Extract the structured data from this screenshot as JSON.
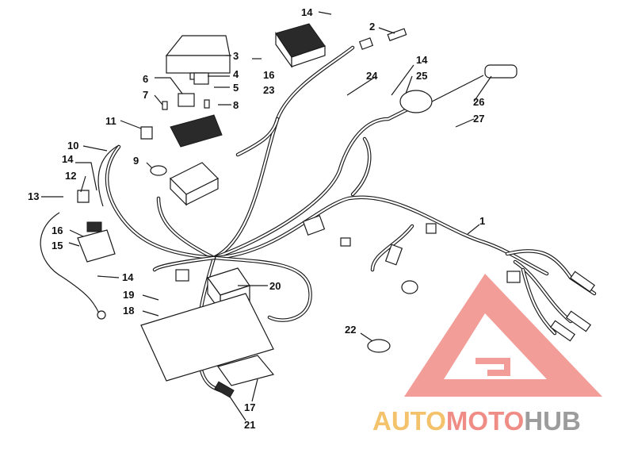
{
  "watermark": {
    "brand_part1": "AUTO",
    "brand_part2": "MOTO",
    "brand_part3": "HUB",
    "color_auto": "#f3c26a",
    "color_moto": "#f08c86",
    "color_hub": "#9c9c9c",
    "logo_color": "#f08c86"
  },
  "callouts": [
    {
      "id": "c14a",
      "text": "14"
    },
    {
      "id": "c2",
      "text": "2"
    },
    {
      "id": "c3",
      "text": "3"
    },
    {
      "id": "c4",
      "text": "4"
    },
    {
      "id": "c5",
      "text": "5"
    },
    {
      "id": "c6",
      "text": "6"
    },
    {
      "id": "c7",
      "text": "7"
    },
    {
      "id": "c8",
      "text": "8"
    },
    {
      "id": "c16a",
      "text": "16"
    },
    {
      "id": "c23",
      "text": "23"
    },
    {
      "id": "c24",
      "text": "24"
    },
    {
      "id": "c14b",
      "text": "14"
    },
    {
      "id": "c25",
      "text": "25"
    },
    {
      "id": "c26",
      "text": "26"
    },
    {
      "id": "c27",
      "text": "27"
    },
    {
      "id": "c11",
      "text": "11"
    },
    {
      "id": "c10",
      "text": "10"
    },
    {
      "id": "c9",
      "text": "9"
    },
    {
      "id": "c14c",
      "text": "14"
    },
    {
      "id": "c12",
      "text": "12"
    },
    {
      "id": "c13",
      "text": "13"
    },
    {
      "id": "c16b",
      "text": "16"
    },
    {
      "id": "c15",
      "text": "15"
    },
    {
      "id": "c14d",
      "text": "14"
    },
    {
      "id": "c19",
      "text": "19"
    },
    {
      "id": "c18",
      "text": "18"
    },
    {
      "id": "c20",
      "text": "20"
    },
    {
      "id": "c1",
      "text": "1"
    },
    {
      "id": "c22",
      "text": "22"
    },
    {
      "id": "c17",
      "text": "17"
    },
    {
      "id": "c21",
      "text": "21"
    }
  ]
}
